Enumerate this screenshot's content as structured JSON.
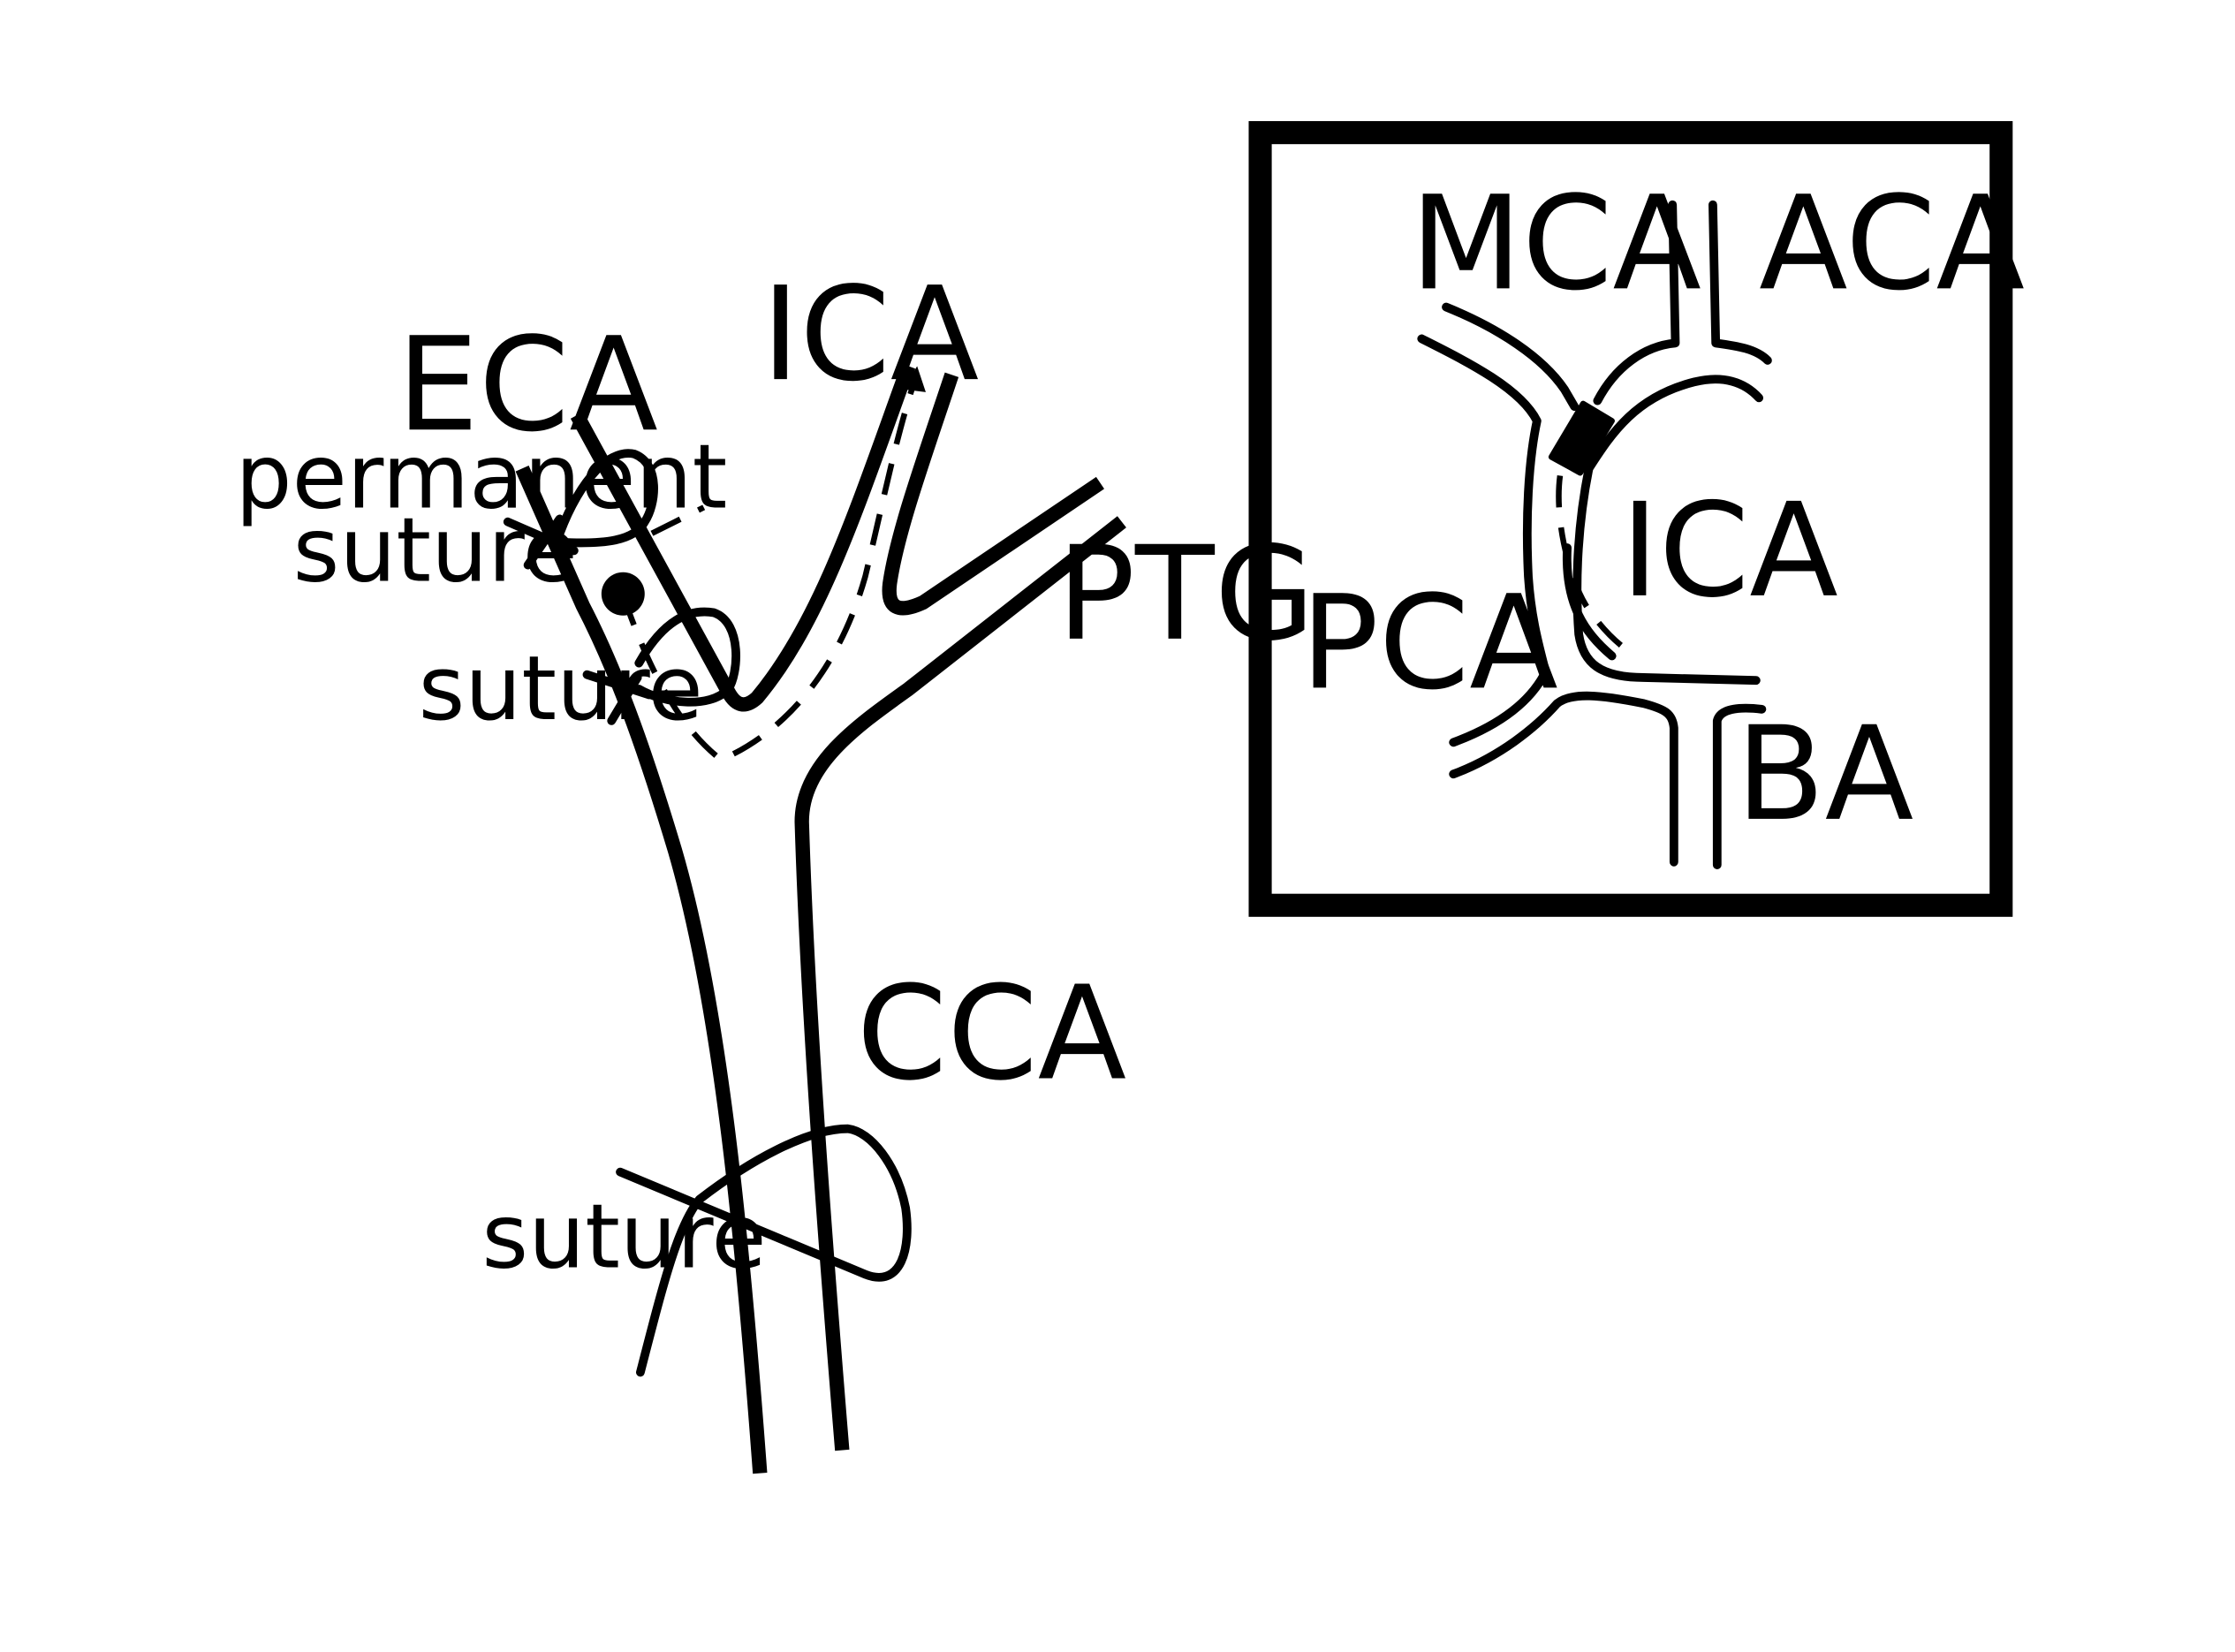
{
  "diagram": {
    "main": {
      "labels": {
        "eca": "ECA",
        "ica": "ICA",
        "ptg": "PTG",
        "cca": "CCA",
        "permanent_suture_line1": "permanent",
        "permanent_suture_line2": "suture",
        "suture_upper": "suture",
        "suture_lower": "suture"
      }
    },
    "inset": {
      "labels": {
        "mca": "MCA",
        "aca": "ACA",
        "ica": "ICA",
        "pca": "PCA",
        "ba": "BA"
      }
    }
  }
}
